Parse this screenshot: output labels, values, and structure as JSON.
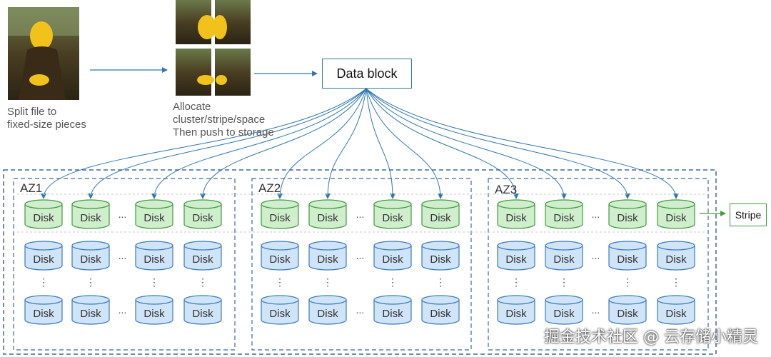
{
  "left_caption": [
    "Split file to",
    "fixed-size pieces"
  ],
  "middle_caption": [
    "Allocate",
    "cluster/stripe/space",
    "Then push to storage"
  ],
  "data_block_label": "Data block",
  "stripe_label": "Stripe",
  "disk_label": "Disk",
  "ellipsis_h": "...",
  "ellipsis_v": "⋮",
  "zones": [
    {
      "label": "AZ1"
    },
    {
      "label": "AZ2"
    },
    {
      "label": "AZ3"
    }
  ],
  "watermark": "掘金技术社区 @ 云存储小精灵",
  "colors": {
    "green_fill": "#cfeecb",
    "green_stroke": "#3f9a3f",
    "blue_fill": "#cfe4f7",
    "blue_stroke": "#3a7bbf",
    "arrow": "#2f77b0",
    "dashed_border": "#3d6a9a",
    "stripe_arrow": "#4a9a3a"
  }
}
